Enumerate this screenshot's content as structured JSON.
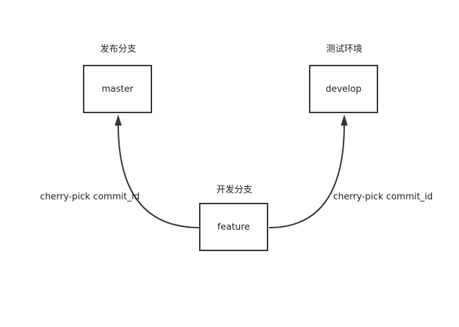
{
  "nodes": {
    "master": {
      "label": "master",
      "caption": "发布分支"
    },
    "develop": {
      "label": "develop",
      "caption": "测试环境"
    },
    "feature": {
      "label": "feature",
      "caption": "开发分支"
    }
  },
  "edges": [
    {
      "from": "feature",
      "to": "master",
      "label": "cherry-pick commit_id"
    },
    {
      "from": "feature",
      "to": "develop",
      "label": "cherry-pick commit_id"
    }
  ],
  "colors": {
    "stroke": "#333333",
    "text": "#222222",
    "background": "#ffffff"
  }
}
